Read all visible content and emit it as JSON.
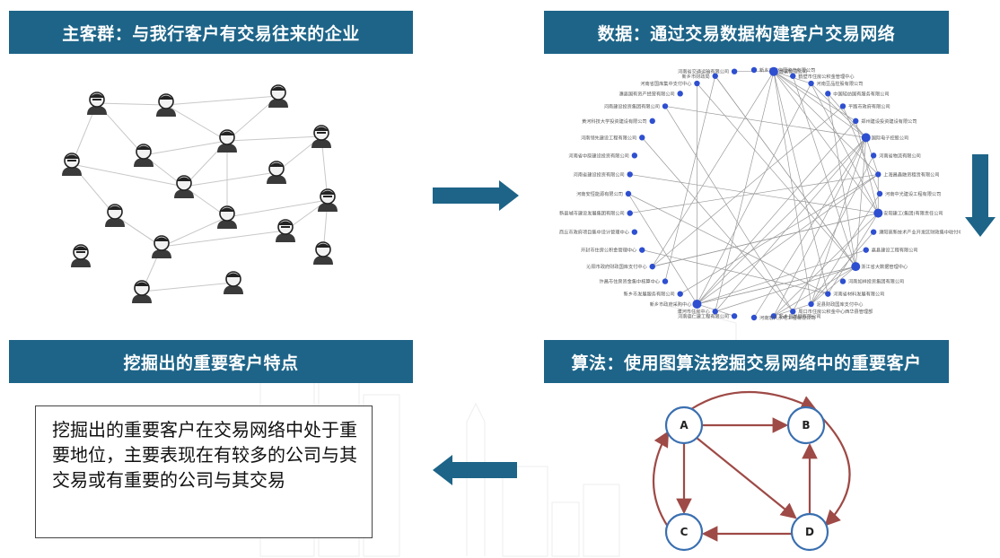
{
  "banners": {
    "top_left": "主客群：与我行客户有交易往来的企业",
    "top_right": "数据：通过交易数据构建客户交易网络",
    "bottom_left": "挖掘出的重要客户特点",
    "bottom_right": "算法：使用图算法挖掘交易网络中的重要客户"
  },
  "description": "挖掘出的重要客户在交易网络中处于重要地位，主要表现在有较多的公司与其交易或有重要的公司与其交易",
  "network": {
    "node_color": "#2e4fd0",
    "labels": [
      "新乡市市信国资产有限公司",
      "经营管理公司",
      "鹤壁市住房公积金管理中心",
      "河南豆品控股有限公司",
      "中国轻纺国有服务有限公司",
      "平路市政府有限公司",
      "郑州建设投资建设有限公司",
      "国际电子控股公司",
      "河南省物流有限公司",
      "上海昌鑫融资租赁有限公司",
      "河南中光建设工程有限公司",
      "安阳建工(集团)有限责任公司",
      "濮阳高新技术产业开发区财政集中收付中心",
      "嘉县建设工程有限公司",
      "浙江省大数据管理中心",
      "河南如祥投资集团有限公司",
      "河南省材料发展有限公司",
      "泥县财政国库支付中心",
      "周口市住房公积金中心西华县管理部",
      "新乡县发展有限公司",
      "河南宏大水电工程有限公司",
      "河南德仁建工程有限公司",
      "濮河市住房中心",
      "新乡市政府采购中心",
      "新乡市发展服务有限公司",
      "许昌市住房资金集中核算中心",
      "沁阳市政府财政国库支付中心",
      "开封市住房公积金管理中心",
      "商丘市政府项目集中设计管理中心",
      "新县城市建设发展集团有限公司",
      "河南安恒能源有限公司",
      "河南省建设投资有限公司",
      "河南省中原建设投资有限公司",
      "河南领先建设工程有限公司",
      "黄河科技大学投资建设有限公司",
      "河南建设投资集团有限公司",
      "濮县国有资产经营有限公司",
      "河南省国库集中支付中心",
      "新乡市财政局",
      "河南省交通运输有限公司"
    ]
  },
  "graph": {
    "nodes": [
      "A",
      "B",
      "C",
      "D"
    ],
    "edge_color": "#9e4a46",
    "node_border_color": "#3a6fb0"
  },
  "colors": {
    "banner": "#1d6488",
    "arrow": "#1d6488"
  }
}
